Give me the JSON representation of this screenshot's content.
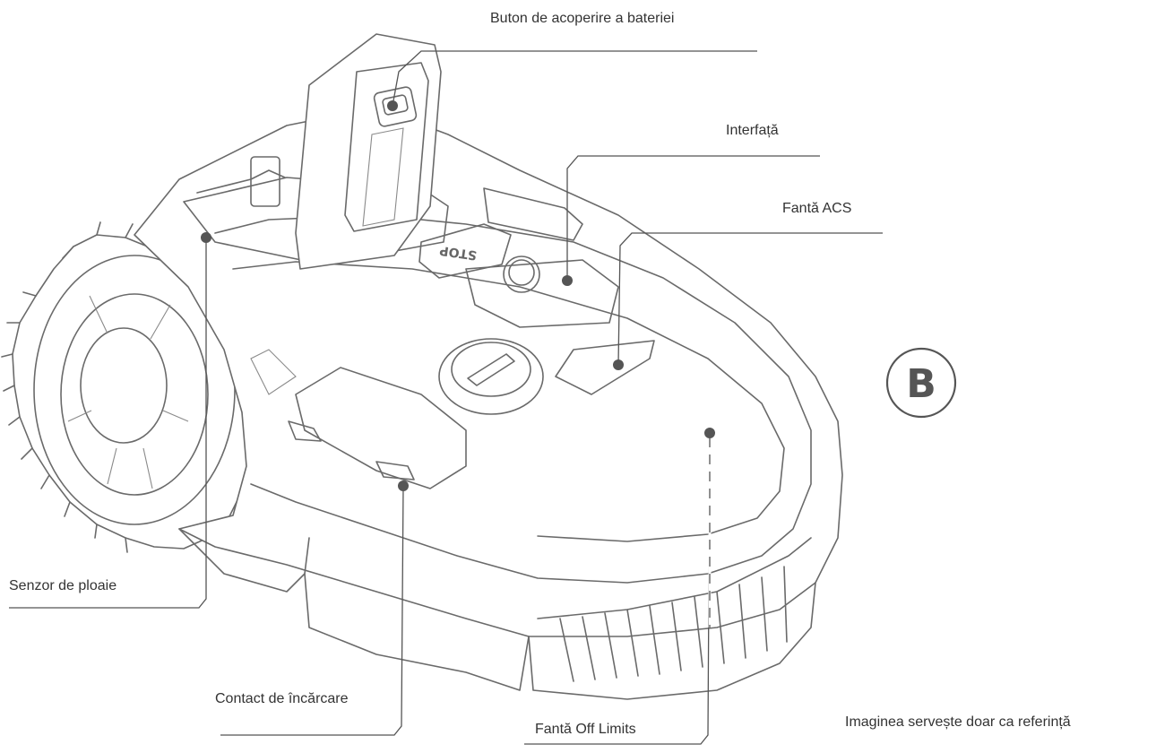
{
  "callouts": {
    "battery_cover_button": "Buton de acoperire a bateriei",
    "interface": "Interfață",
    "acs_slot": "Fantă ACS",
    "rain_sensor": "Senzor de ploaie",
    "charging_contact": "Contact de încărcare",
    "off_limits_slot": "Fantă Off Limits"
  },
  "badge": {
    "letter": "B"
  },
  "note": "Imaginea servește doar ca referință",
  "device_markings": {
    "stop_label": "STOP"
  },
  "icons": [
    "mower-illustration",
    "circle-letter-badge"
  ],
  "colors": {
    "line": "#555555",
    "text": "#333333",
    "background": "#ffffff"
  }
}
